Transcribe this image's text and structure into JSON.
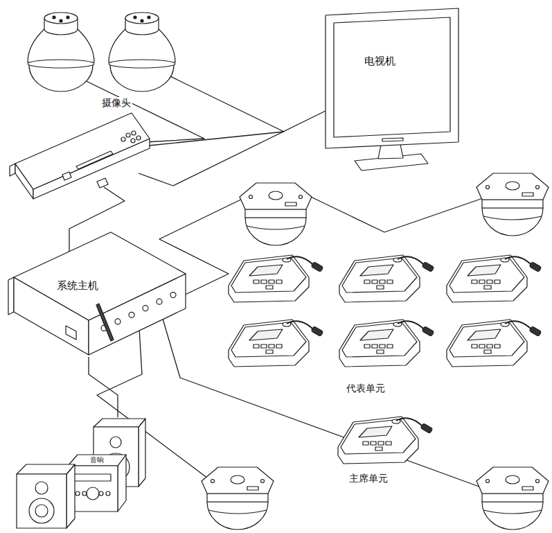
{
  "diagram": {
    "nodes": [
      {
        "text": [
          "电视机"
        ]
      },
      {
        "text": [
          "系统主机"
        ]
      },
      {
        "text": [
          "音响"
        ]
      }
    ],
    "edges": [
      {
        "from": 1,
        "to": 2,
        "arrow": "none"
      }
    ],
    "labels": [
      "摄像头",
      "代表单元",
      "主席单元"
    ]
  }
}
